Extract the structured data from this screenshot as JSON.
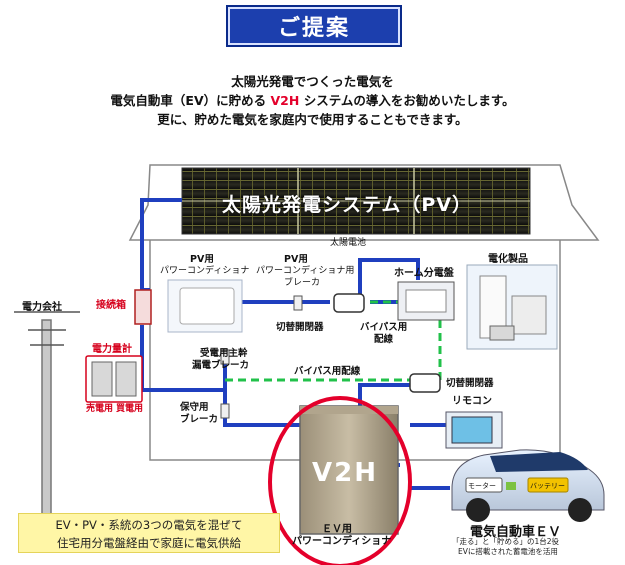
{
  "header": {
    "title": "ご提案"
  },
  "intro": {
    "line1": "太陽光発電でつくった電気を",
    "line2_pre": "電気自動車（EV）に貯める ",
    "line2_hl": "V2H",
    "line2_post": " システムの導入をお勧めいたします。",
    "line3": "更に、貯めた電気を家庭内で使用することもできます。"
  },
  "roof": {
    "pv_system": "太陽光発電システム（PV）",
    "solar_cell": "太陽電池"
  },
  "labels": {
    "junction_box": "接続箱",
    "pv_pcs_1": "PV用",
    "pv_pcs_2": "パワーコンディショナ",
    "pv_breaker_1": "PV用",
    "pv_breaker_2": "パワーコンディショナ用",
    "pv_breaker_3": "ブレーカ",
    "switch_1": "切替開閉器",
    "bypass_1": "バイパス用",
    "bypass_2": "配線",
    "home_panel": "ホーム分電盤",
    "appliances": "電化製品",
    "power_company": "電力会社",
    "meter": "電力量計",
    "sell": "売電用",
    "buy": "買電用",
    "main_breaker_1": "受電用主幹",
    "main_breaker_2": "漏電ブレーカ",
    "bypass_wiring": "バイパス用配線",
    "switch_2": "切替開閉器",
    "protect_breaker_1": "保守用",
    "protect_breaker_2": "ブレーカ",
    "remote": "リモコン",
    "v2h": "V2H",
    "ev_pcs_1": "ＥＶ用",
    "ev_pcs_2": "パワーコンディショナ",
    "ev_title": "電気自動車ＥＶ",
    "ev_note_1": "「走る」と「貯める」の1台2役",
    "ev_note_2": "EVに搭載された蓄電池を活用",
    "motor": "モーター",
    "battery": "バッテリー"
  },
  "note": {
    "line1": "EV・PV・系統の3つの電気を混ぜて",
    "line2": "住宅用分電盤経由で家庭に電気供給"
  },
  "colors": {
    "title_bg": "#1c3fae",
    "line_blue": "#1f3fbf",
    "bypass_green": "#21c14a",
    "highlight_red": "#e4002b",
    "note_bg": "#fff6a6"
  }
}
